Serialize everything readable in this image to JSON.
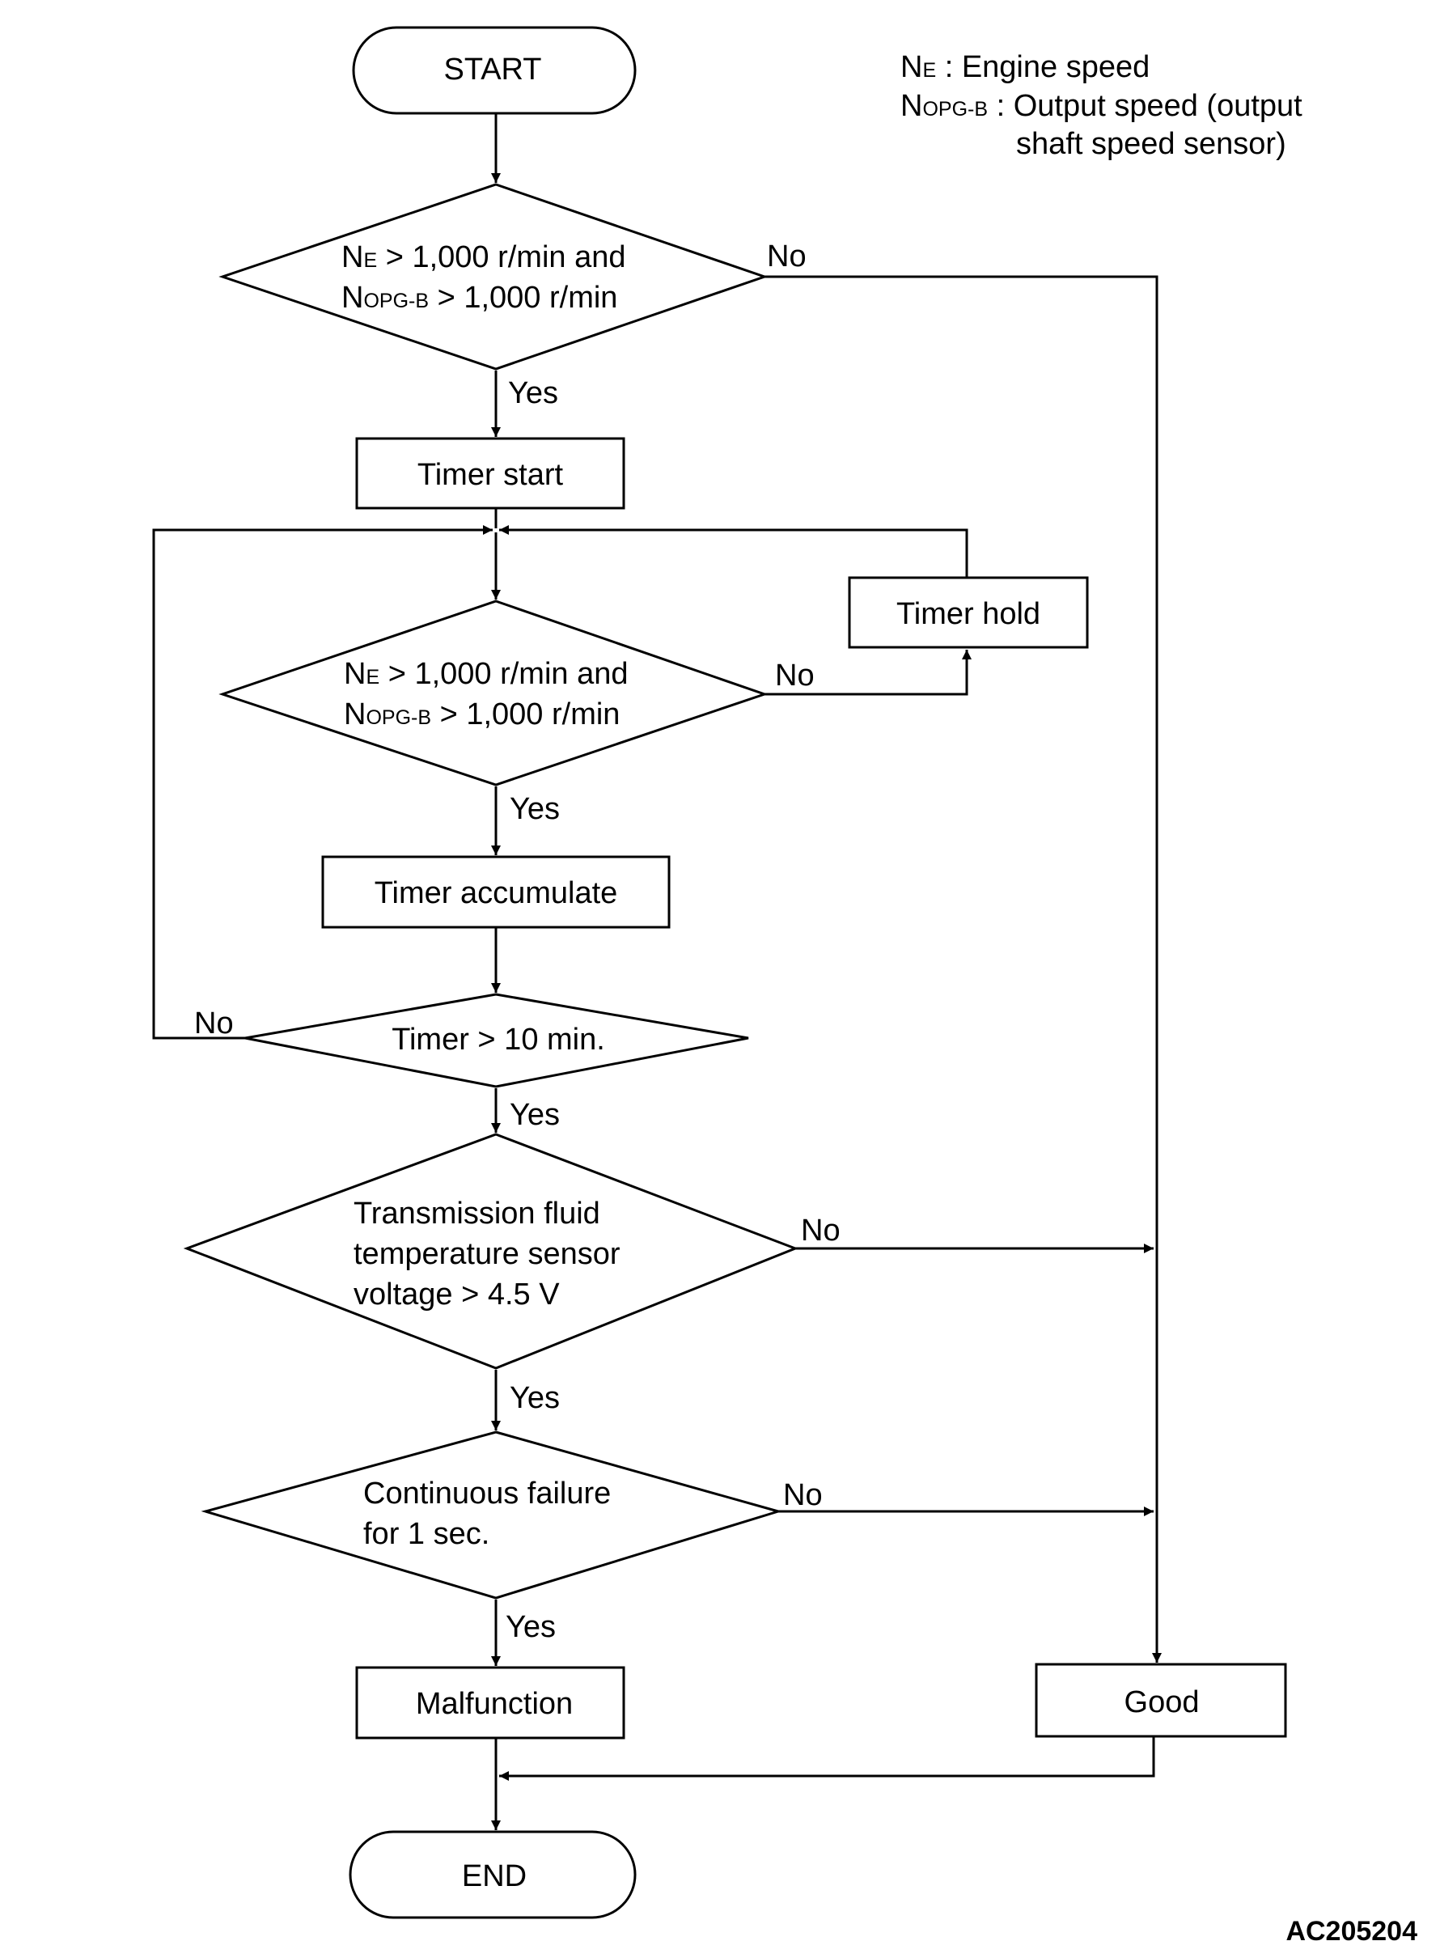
{
  "legend": {
    "ne_symbol": "N",
    "ne_sub": "E",
    "ne_desc": " : Engine speed",
    "nopg_symbol": "N",
    "nopg_sub": "OPG-B",
    "nopg_desc": " : Output speed (output",
    "nopg_desc2": "shaft speed sensor)"
  },
  "nodes": {
    "start": "START",
    "check1": {
      "n1": "N",
      "n1_sub": "E",
      "line1": " > 1,000 r/min and",
      "n2": "N",
      "n2_sub": "OPG-B",
      "line2": " > 1,000 r/min"
    },
    "timer_start": "Timer start",
    "timer_hold": "Timer hold",
    "check2": {
      "n1": "N",
      "n1_sub": "E",
      "line1": " > 1,000 r/min and",
      "n2": "N",
      "n2_sub": "OPG-B",
      "line2": " > 1,000 r/min"
    },
    "timer_accumulate": "Timer accumulate",
    "timer_check": "Timer > 10 min.",
    "sensor_check": {
      "line1": "Transmission fluid",
      "line2": "temperature sensor",
      "line3": "voltage > 4.5 V"
    },
    "failure_check": {
      "line1": "Continuous failure",
      "line2": "for 1 sec."
    },
    "malfunction": "Malfunction",
    "good": "Good",
    "end": "END"
  },
  "labels": {
    "yes": "Yes",
    "no": "No"
  },
  "figure_code": "AC205204"
}
